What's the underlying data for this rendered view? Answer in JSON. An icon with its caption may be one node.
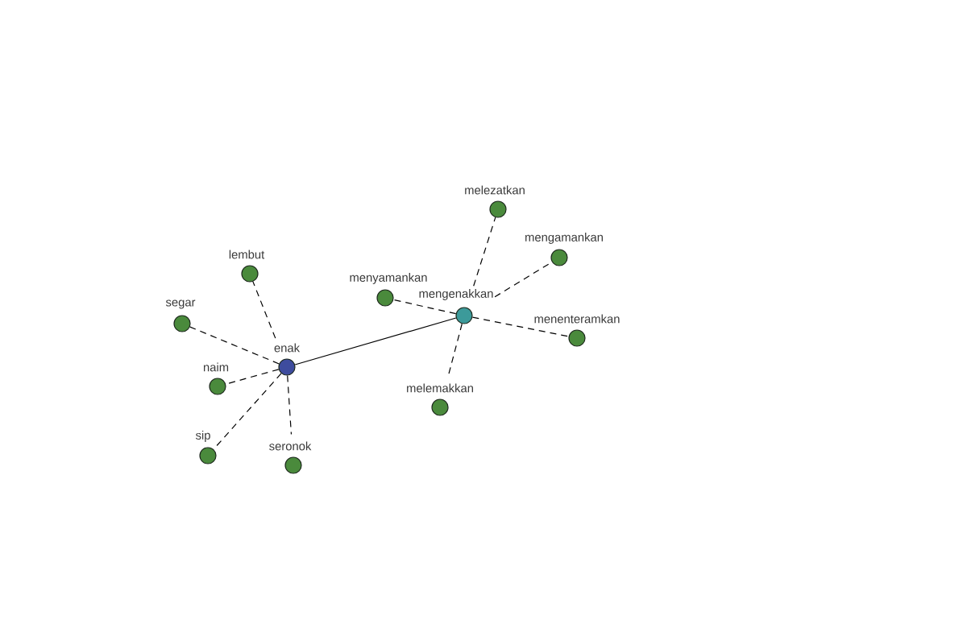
{
  "diagram": {
    "nodes": [
      {
        "text": [
          "melezatkan"
        ]
      },
      {
        "text": [
          "mengamankan"
        ]
      },
      {
        "text": [
          "lembut"
        ]
      },
      {
        "text": [
          "menyamankan"
        ]
      },
      {
        "text": [
          "mengenakkan"
        ]
      },
      {
        "text": [
          "segar"
        ]
      },
      {
        "text": [
          "menenteramkan"
        ]
      },
      {
        "text": [
          "enak"
        ]
      },
      {
        "text": [
          "naim"
        ]
      },
      {
        "text": [
          "melemakkan"
        ]
      },
      {
        "text": [
          "sip"
        ]
      },
      {
        "text": [
          "seronok"
        ]
      }
    ],
    "edges": [
      {
        "from": 7,
        "to": 4,
        "arrow": "none"
      },
      {
        "from": 7,
        "to": 2,
        "arrow": "none",
        "style": "dashed"
      },
      {
        "from": 7,
        "to": 5,
        "arrow": "none",
        "style": "dashed"
      },
      {
        "from": 7,
        "to": 8,
        "arrow": "none",
        "style": "dashed"
      },
      {
        "from": 7,
        "to": 10,
        "arrow": "none",
        "style": "dashed"
      },
      {
        "from": 7,
        "to": 11,
        "arrow": "none",
        "style": "dashed"
      },
      {
        "from": 4,
        "to": 0,
        "arrow": "none",
        "style": "dashed"
      },
      {
        "from": 4,
        "to": 1,
        "arrow": "none",
        "style": "dashed"
      },
      {
        "from": 4,
        "to": 3,
        "arrow": "none",
        "style": "dashed"
      },
      {
        "from": 4,
        "to": 6,
        "arrow": "none",
        "style": "dashed"
      },
      {
        "from": 4,
        "to": 9,
        "arrow": "none",
        "style": "dashed"
      }
    ]
  }
}
